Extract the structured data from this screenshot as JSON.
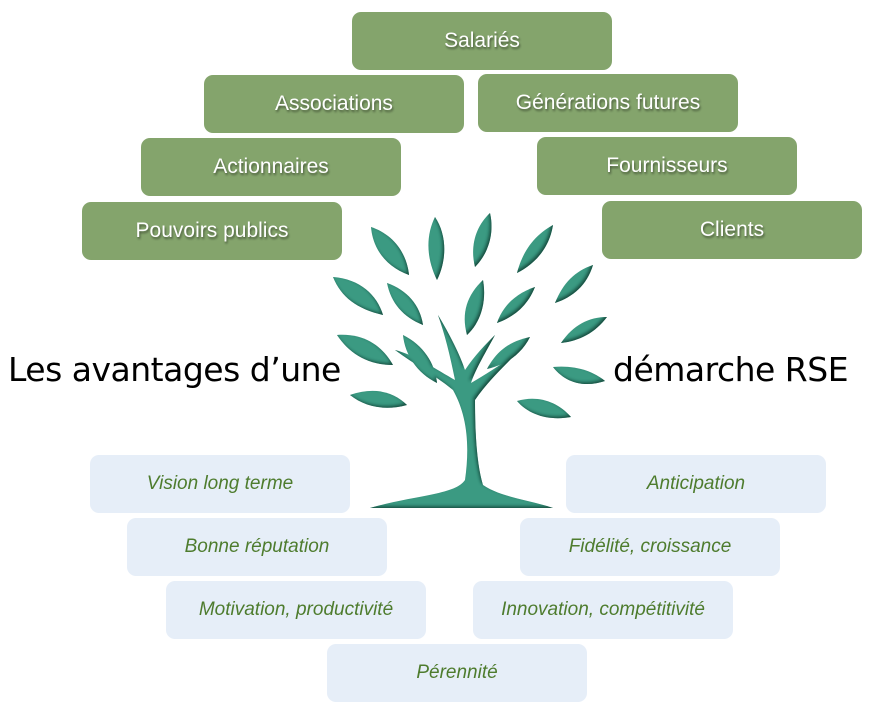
{
  "stakeholders": [
    {
      "label": "Salariés"
    },
    {
      "label": "Associations"
    },
    {
      "label": "Générations futures"
    },
    {
      "label": "Actionnaires"
    },
    {
      "label": "Fournisseurs"
    },
    {
      "label": "Pouvoirs publics"
    },
    {
      "label": "Clients"
    }
  ],
  "headline": {
    "left": "Les avantages d’une",
    "right": "démarche RSE"
  },
  "benefits": [
    {
      "label": "Vision long terme"
    },
    {
      "label": "Anticipation"
    },
    {
      "label": "Bonne réputation"
    },
    {
      "label": "Fidélité, croissance"
    },
    {
      "label": "Motivation, productivité"
    },
    {
      "label": "Innovation, compétitivité"
    },
    {
      "label": "Pérennité"
    }
  ],
  "colors": {
    "stakeholder_box": "#84a46c",
    "benefit_box": "#e6eef8",
    "benefit_text": "#4e7c2e",
    "tree": "#3a9a82"
  },
  "icons": {
    "center": "tree-icon"
  }
}
